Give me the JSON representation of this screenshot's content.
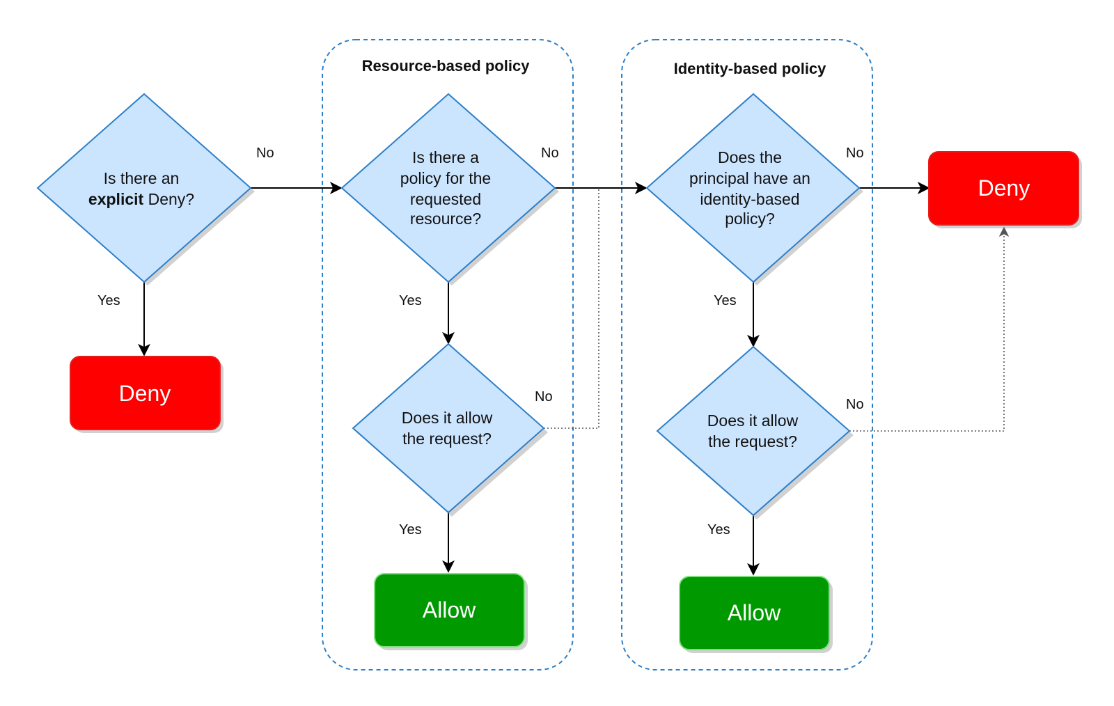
{
  "groups": {
    "resource": {
      "title": "Resource-based policy"
    },
    "identity": {
      "title": "Identity-based policy"
    }
  },
  "nodes": {
    "q_explicit_deny": {
      "line1": "Is there an",
      "line2_bold": "explicit",
      "line2_rest": " Deny?"
    },
    "q_resource_policy": {
      "lines": [
        "Is there a",
        "policy for the",
        "requested",
        "resource?"
      ]
    },
    "q_resource_allow": {
      "lines": [
        "Does it allow",
        "the request?"
      ]
    },
    "q_identity_policy": {
      "lines": [
        "Does the",
        "principal have an",
        "identity-based",
        "policy?"
      ]
    },
    "q_identity_allow": {
      "lines": [
        "Does it allow",
        "the request?"
      ]
    },
    "deny_left": {
      "label": "Deny"
    },
    "deny_right": {
      "label": "Deny"
    },
    "allow_resource": {
      "label": "Allow"
    },
    "allow_identity": {
      "label": "Allow"
    }
  },
  "edge_labels": {
    "explicit_no": "No",
    "explicit_yes": "Yes",
    "resource_policy_no": "No",
    "resource_policy_yes": "Yes",
    "resource_allow_no": "No",
    "resource_allow_yes": "Yes",
    "identity_policy_no": "No",
    "identity_policy_yes": "Yes",
    "identity_allow_no": "No",
    "identity_allow_yes": "Yes"
  },
  "colors": {
    "diamond_fill": "#cce5ff",
    "diamond_stroke": "#2d7fc7",
    "deny": "#ff0000",
    "allow": "#009900",
    "container_stroke": "#2d7fc7"
  }
}
